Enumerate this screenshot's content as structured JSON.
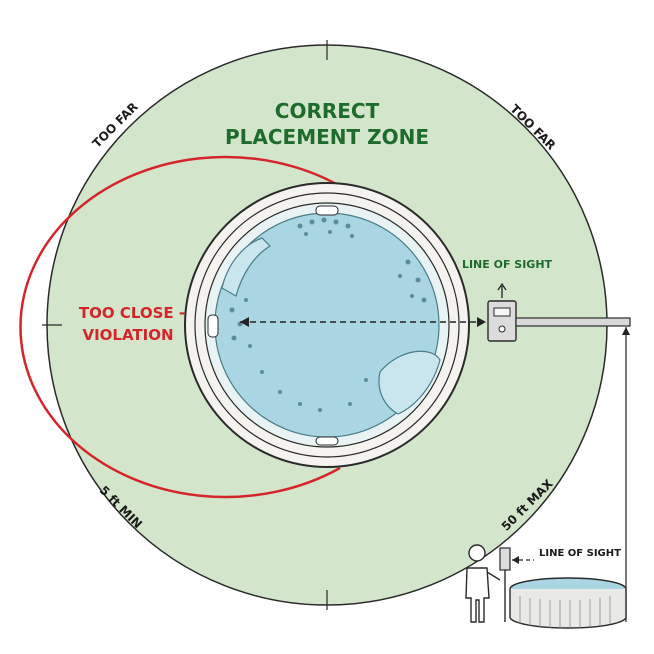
{
  "labels": {
    "title_line1": "CORRECT",
    "title_line2": "PLACEMENT ZONE",
    "too_far_left": "TOO FAR",
    "too_far_right": "TOO FAR",
    "too_close_line1": "TOO CLOSE -",
    "too_close_line2": "VIOLATION",
    "min_distance": "5 ft MIN",
    "max_distance": "50 ft MAX",
    "line_of_sight_top": "LINE OF SIGHT",
    "line_of_sight_bottom": "LINE OF SIGHT"
  },
  "colors": {
    "zone_green": "#d3e6cb",
    "title_green": "#1f6b2e",
    "violation_red": "#d6252a",
    "spa_water": "#a9d6e2",
    "spa_rim": "#f4f3ef",
    "outline": "#333333"
  },
  "icons": {
    "control_panel": "control-panel-icon",
    "person": "person-icon",
    "small_spa": "small-spa-icon"
  }
}
